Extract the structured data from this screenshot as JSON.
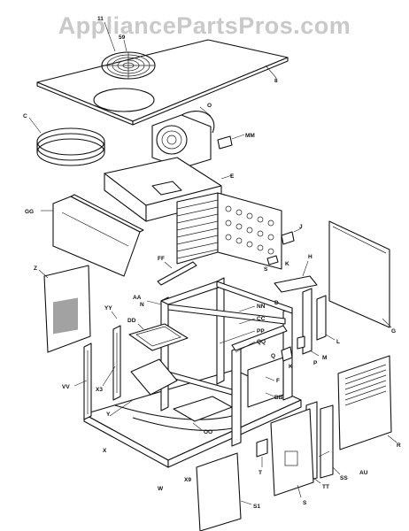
{
  "watermark": "AppliancePartsPros.com",
  "labels": {
    "top_panel": "8",
    "fan_guard_top": "11",
    "fan_guard": "59",
    "shroud_ring": "C",
    "blower": "O",
    "motor": "MM",
    "duct": "E",
    "front_panel_top": "GG",
    "bracket_ff": "FF",
    "coil_j": "J",
    "coil_k": "K",
    "coil_s": "S",
    "bracket_h": "H",
    "side_panel_right": "G",
    "left_side_panel": "Z",
    "left_corner_yy": "YY",
    "rail_aa": "AA",
    "rail_n": "N",
    "rail_nn": "NN",
    "rail_cc": "CC",
    "part_d": "D",
    "rail_pp": "PP",
    "tray_dd": "DD",
    "bracket_qq": "QQ",
    "part_q": "Q",
    "part_k2": "K",
    "part_p": "P",
    "part_m": "M",
    "part_l": "L",
    "left_post_vv": "VV",
    "part_x3": "X3",
    "part_y": "Y",
    "part_x_lower": "X",
    "part_f": "F",
    "part_bb": "BB",
    "part_oo": "OO",
    "grille_r": "R",
    "part_w": "W",
    "part_x9": "X9",
    "part_t": "T",
    "lower_panel_s1": "S1",
    "panel_s": "S",
    "part_tt": "TT",
    "part_ss": "SS",
    "part_au": "AU"
  }
}
